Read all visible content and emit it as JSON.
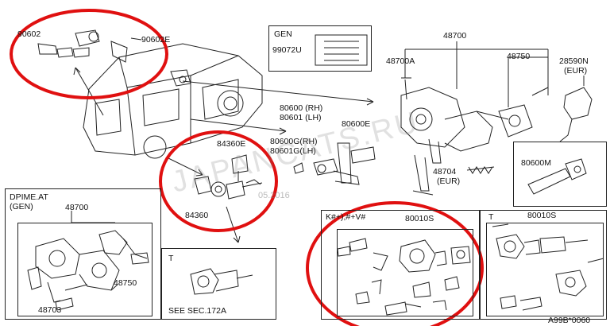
{
  "labels": {
    "p90602": "90602",
    "p90602e": "90602E",
    "p48700_top": "48700",
    "p48700a": "48700A",
    "p48750_top": "48750",
    "p28590n": "28590N",
    "eur1": "(EUR)",
    "p80600": "80600 (RH)",
    "p80601": "80601 (LH)",
    "p80600e": "80600E",
    "p84360e": "84360E",
    "p80600g": "80600G(RH)",
    "p80601g": "80601G(LH)",
    "p84360": "84360",
    "p48704": "48704",
    "eur2": "(EUR)",
    "p80600m": "80600M",
    "gen_title": "GEN",
    "p99072u": "99072U",
    "dpmeat_title": "DPIME.AT",
    "dpmeat_sub": "(GEN)",
    "p48700_inset": "48700",
    "p48750_inset": "48750",
    "p48703": "48703",
    "t_box_left": "T",
    "see_sec": "SEE SEC.172A",
    "k_title": "K#+),#+V#",
    "p80010s_left": "80010S",
    "t_box_right": "T",
    "p80010s_right": "80010S",
    "footer_code": "A99B*0060"
  },
  "watermark": "JAPANCATS.RU",
  "date_stamp": "05.2016",
  "accent_color": "#e01010"
}
